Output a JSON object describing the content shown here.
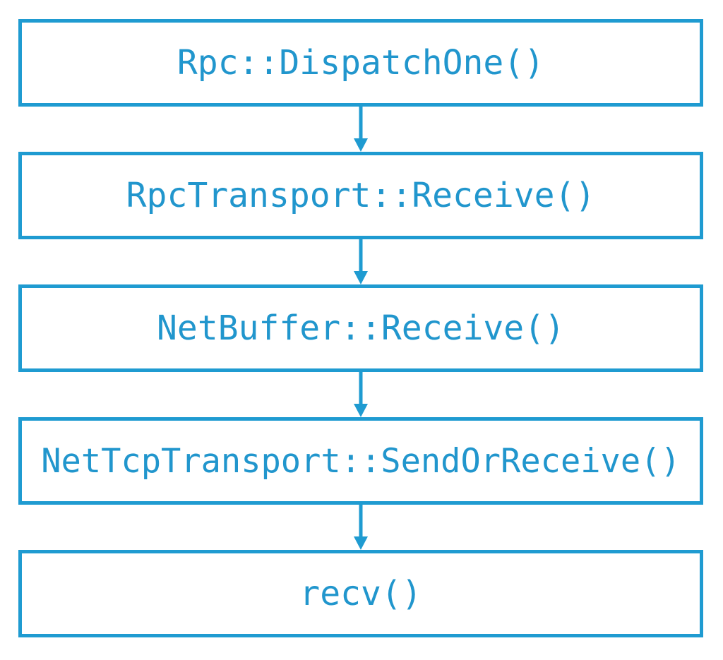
{
  "diagram": {
    "type": "flowchart",
    "orientation": "vertical",
    "title": "",
    "colors": {
      "stroke": "#1f9bd1",
      "text": "#2196cd",
      "background": "#ffffff"
    },
    "nodes": [
      {
        "id": "node-1",
        "label": "Rpc::DispatchOne()"
      },
      {
        "id": "node-2",
        "label": "RpcTransport::Receive()"
      },
      {
        "id": "node-3",
        "label": "NetBuffer::Receive()"
      },
      {
        "id": "node-4",
        "label": "NetTcpTransport::SendOrReceive()"
      },
      {
        "id": "node-5",
        "label": "recv()"
      }
    ],
    "edges": [
      {
        "id": "edge-1",
        "from": "node-1",
        "to": "node-2",
        "arrow": "down-arrow-icon",
        "label": ""
      },
      {
        "id": "edge-2",
        "from": "node-2",
        "to": "node-3",
        "arrow": "down-arrow-icon",
        "label": ""
      },
      {
        "id": "edge-3",
        "from": "node-3",
        "to": "node-4",
        "arrow": "down-arrow-icon",
        "label": ""
      },
      {
        "id": "edge-4",
        "from": "node-4",
        "to": "node-5",
        "arrow": "down-arrow-icon",
        "label": ""
      }
    ]
  }
}
